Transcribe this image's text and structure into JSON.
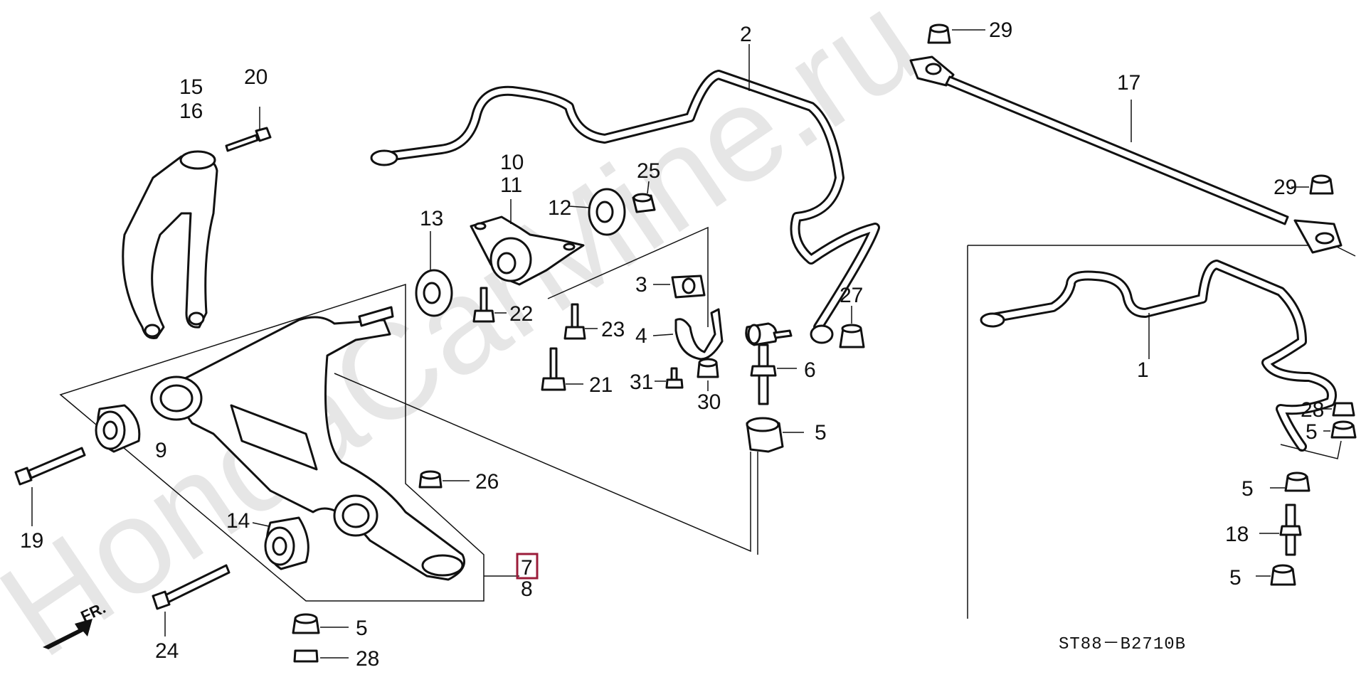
{
  "diagram": {
    "code": "ST88－B2710B",
    "watermark": "HondaCarMine.ru",
    "front_label": "FR.",
    "highlighted_callout": "7",
    "callouts": {
      "c1": "1",
      "c2": "2",
      "c3": "3",
      "c4": "4",
      "c5a": "5",
      "c5b": "5",
      "c5c": "5",
      "c5d": "5",
      "c5e": "5",
      "c6": "6",
      "c7": "7",
      "c8": "8",
      "c9": "9",
      "c10": "10",
      "c11": "11",
      "c12": "12",
      "c13": "13",
      "c14": "14",
      "c15": "15",
      "c16": "16",
      "c17": "17",
      "c18": "18",
      "c19": "19",
      "c20": "20",
      "c21": "21",
      "c22": "22",
      "c23": "23",
      "c24": "24",
      "c25": "25",
      "c26": "26",
      "c27": "27",
      "c28a": "28",
      "c28b": "28",
      "c29a": "29",
      "c29b": "29",
      "c30": "30",
      "c31": "31"
    }
  }
}
